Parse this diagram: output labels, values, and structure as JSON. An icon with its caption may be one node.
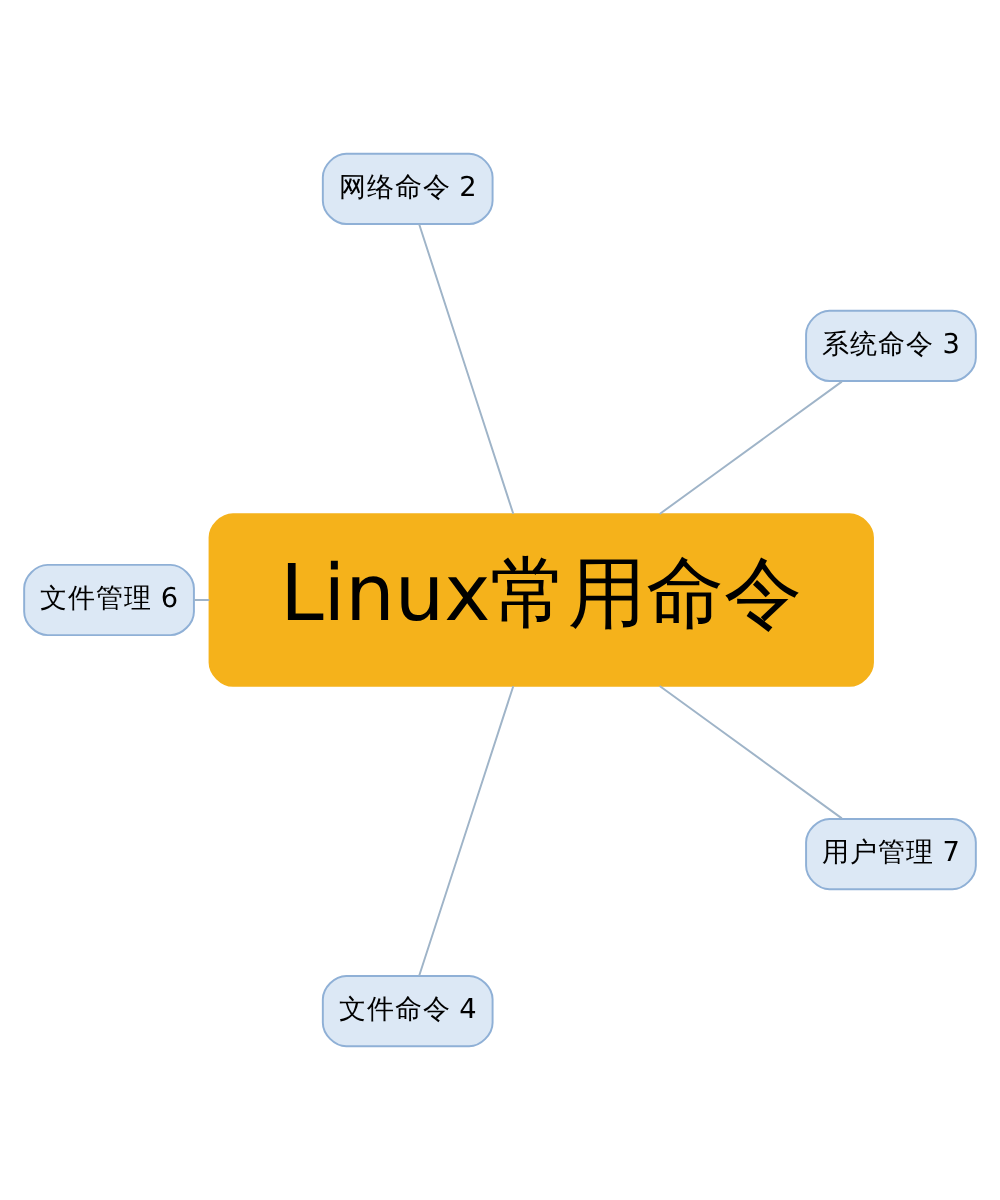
{
  "diagram": {
    "nodes": [
      {
        "text": [
          "Linux常用命令"
        ]
      },
      {
        "text": [
          "系统命令 3"
        ]
      },
      {
        "text": [
          "网络命令 2"
        ]
      },
      {
        "text": [
          "文件管理 6"
        ]
      },
      {
        "text": [
          "文件命令 4"
        ]
      },
      {
        "text": [
          "用户管理 7"
        ]
      }
    ],
    "edges": [
      {
        "from": 0,
        "to": 1,
        "arrow": "none"
      },
      {
        "from": 0,
        "to": 2,
        "arrow": "none"
      },
      {
        "from": 0,
        "to": 3,
        "arrow": "none"
      },
      {
        "from": 0,
        "to": 4,
        "arrow": "none"
      },
      {
        "from": 0,
        "to": 5,
        "arrow": "none"
      }
    ]
  }
}
